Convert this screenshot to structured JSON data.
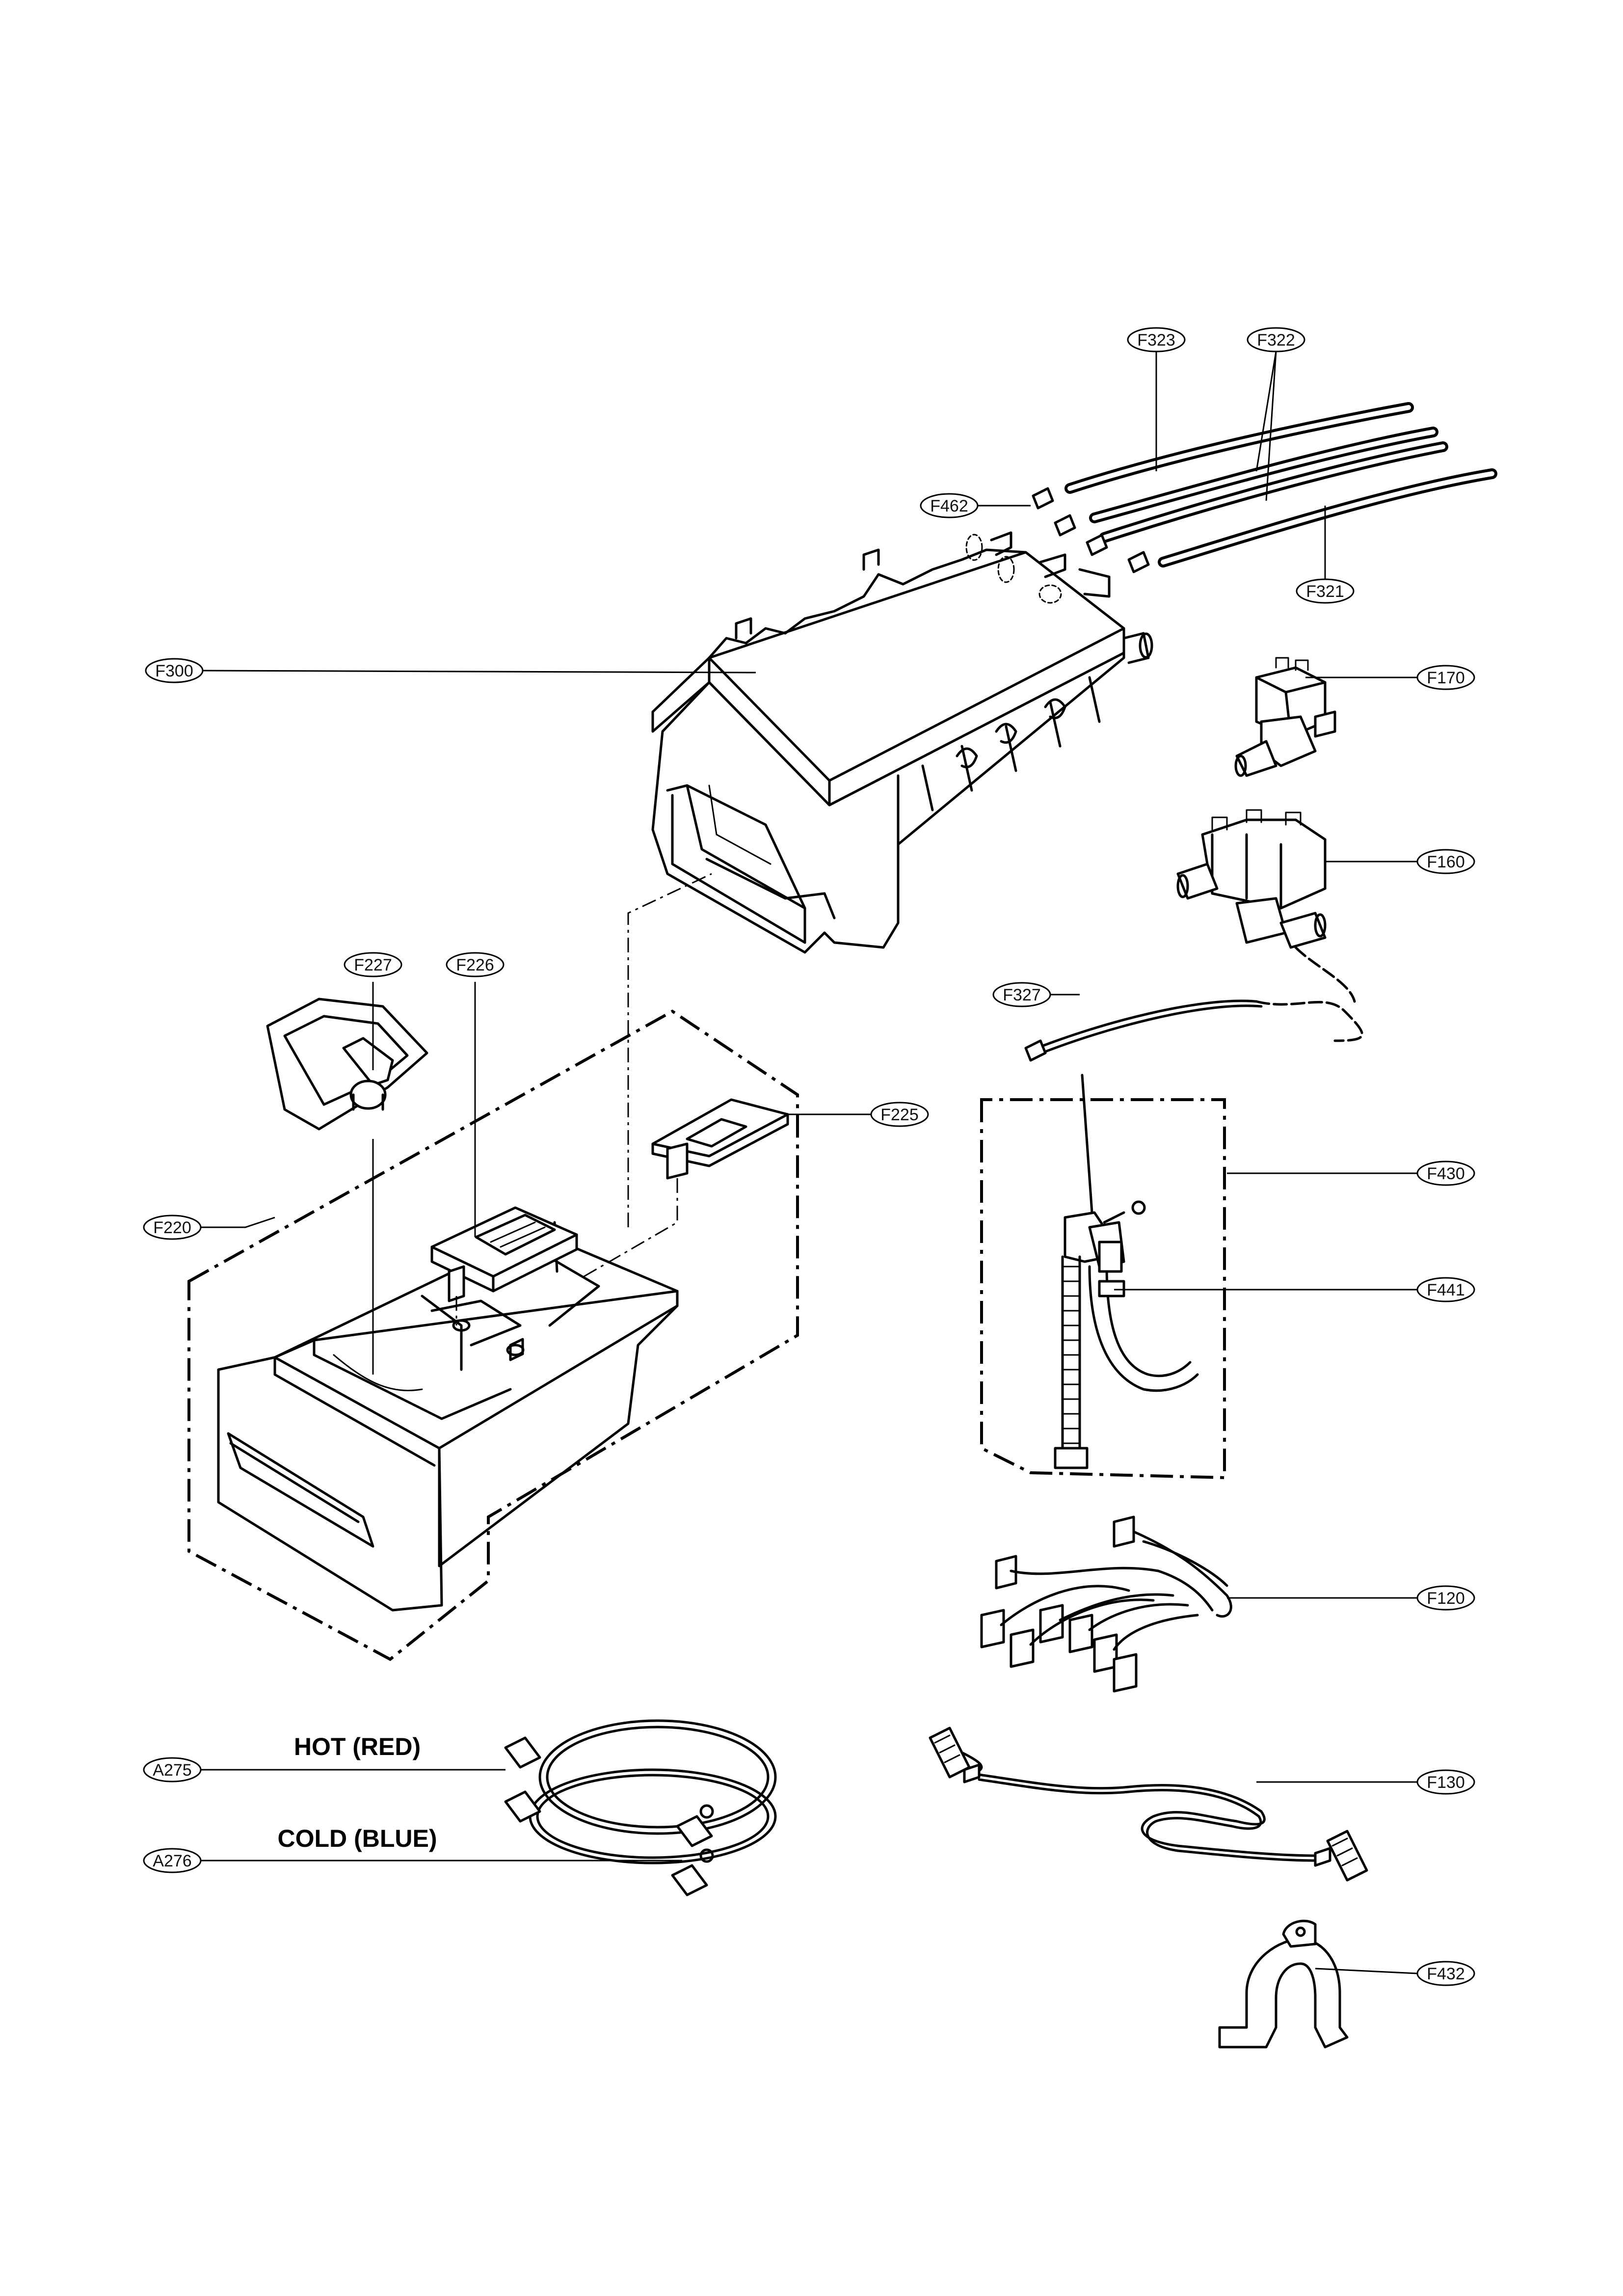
{
  "diagram": {
    "callouts": {
      "F323": "F323",
      "F322": "F322",
      "F462": "F462",
      "F321": "F321",
      "F300": "F300",
      "F170": "F170",
      "F160": "F160",
      "F227": "F227",
      "F226": "F226",
      "F225": "F225",
      "F327": "F327",
      "F220": "F220",
      "F430": "F430",
      "F441": "F441",
      "F120": "F120",
      "A275": "A275",
      "F130": "F130",
      "A276": "A276",
      "F432": "F432"
    },
    "labels": {
      "hot": "HOT (RED)",
      "cold": "COLD (BLUE)"
    }
  }
}
